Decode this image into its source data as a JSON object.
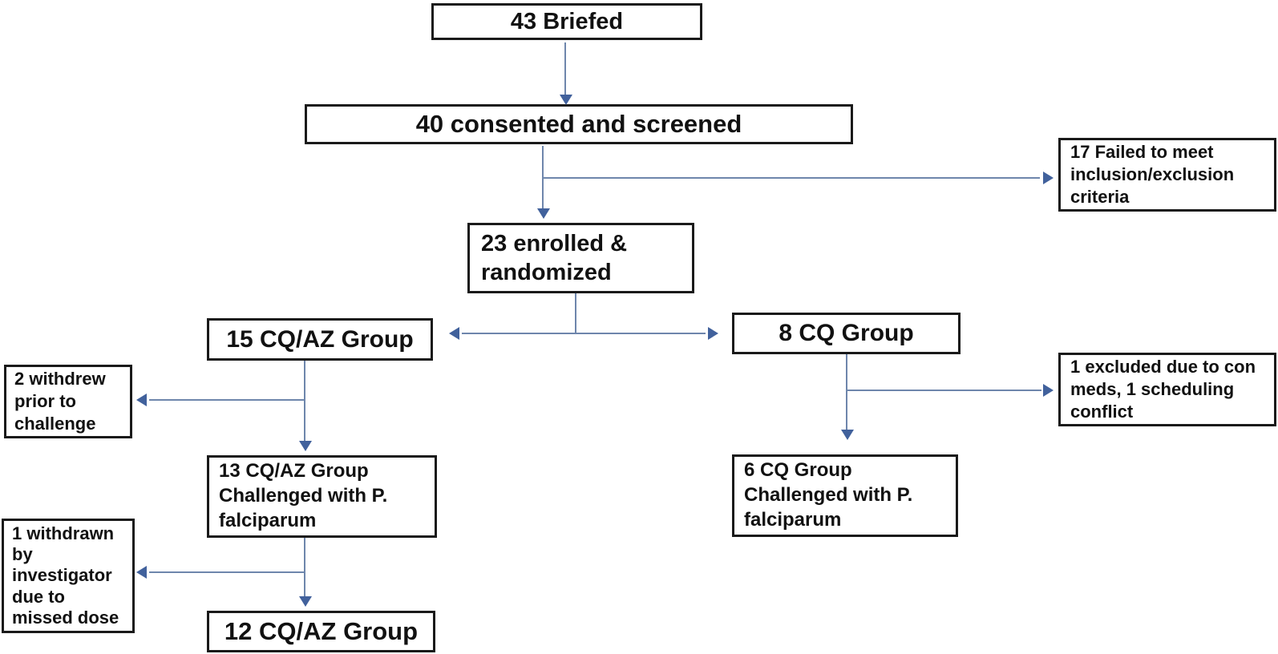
{
  "flowchart": {
    "type": "consort-flow-diagram",
    "box_border_color": "#1a1a1a",
    "arrow_line_color": "#6e86ac",
    "arrow_head_color": "#41619c",
    "nodes": [
      {
        "id": "briefed",
        "label": "43 Briefed"
      },
      {
        "id": "consented",
        "label": "40 consented and screened"
      },
      {
        "id": "failed",
        "label": "17 Failed to meet inclusion/exclusion criteria"
      },
      {
        "id": "enrolled",
        "label": "23 enrolled & randomized"
      },
      {
        "id": "cqaz15",
        "label": "15 CQ/AZ Group"
      },
      {
        "id": "cq8",
        "label": "8 CQ Group"
      },
      {
        "id": "withdrew2",
        "label": "2 withdrew prior to challenge"
      },
      {
        "id": "excluded",
        "label": "1 excluded due to con meds, 1 scheduling conflict"
      },
      {
        "id": "challenged13",
        "label": "13 CQ/AZ Group Challenged with P. falciparum"
      },
      {
        "id": "challenged6",
        "label": "6 CQ Group Challenged with P. falciparum"
      },
      {
        "id": "withdrawn1",
        "label": "1 withdrawn by investigator due to missed dose"
      },
      {
        "id": "cqaz12",
        "label": "12 CQ/AZ Group"
      }
    ],
    "edges": [
      {
        "from": "briefed",
        "to": "consented"
      },
      {
        "from": "consented",
        "to": "enrolled"
      },
      {
        "from": "consented",
        "to": "failed"
      },
      {
        "from": "enrolled",
        "to": "cqaz15"
      },
      {
        "from": "enrolled",
        "to": "cq8"
      },
      {
        "from": "cqaz15",
        "to": "challenged13"
      },
      {
        "from": "cqaz15",
        "to": "withdrew2"
      },
      {
        "from": "cq8",
        "to": "challenged6"
      },
      {
        "from": "cq8",
        "to": "excluded"
      },
      {
        "from": "challenged13",
        "to": "cqaz12"
      },
      {
        "from": "challenged13",
        "to": "withdrawn1"
      }
    ]
  }
}
